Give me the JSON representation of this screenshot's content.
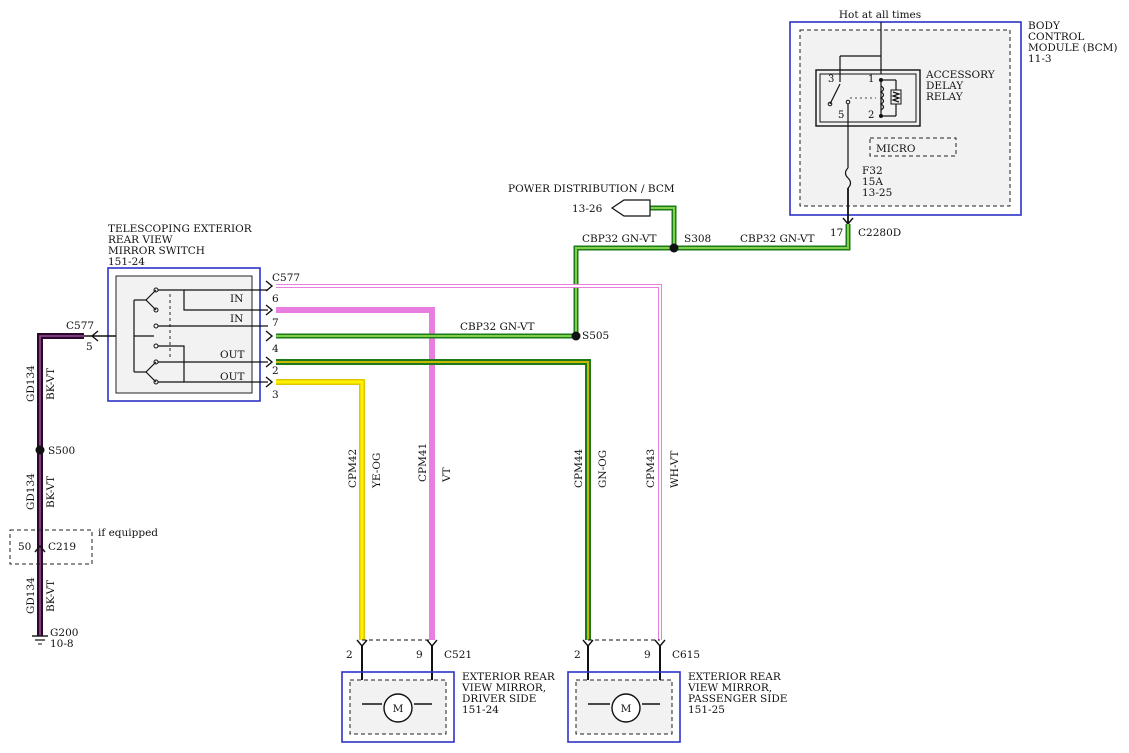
{
  "bcm": {
    "hot": "Hot at all times",
    "title1": "BODY",
    "title2": "CONTROL",
    "title3": "MODULE (BCM)",
    "ref": "11-3",
    "relay1": "ACCESSORY",
    "relay2": "DELAY",
    "relay3": "RELAY",
    "pin3": "3",
    "pin1": "1",
    "pin5": "5",
    "pin2": "2",
    "micro": "MICRO",
    "fuse": "F32",
    "fuse_amp": "15A",
    "fuse_ref": "13-25",
    "pin17": "17",
    "conn": "C2280D"
  },
  "power": {
    "title": "POWER DISTRIBUTION / BCM",
    "ref": "13-26",
    "splice_s308": "S308",
    "wire_left": "CBP32   GN-VT",
    "wire_right": "CBP32   GN-VT"
  },
  "switch": {
    "title1": "TELESCOPING EXTERIOR",
    "title2": "REAR VIEW",
    "title3": "MIRROR SWITCH",
    "ref": "151-24",
    "conn_top": "C577",
    "conn_left": "C577",
    "pin_left": "5",
    "in1": "IN",
    "in2": "IN",
    "out1": "OUT",
    "out2": "OUT",
    "pin6": "6",
    "pin7": "7",
    "pin4": "4",
    "pin2": "2",
    "pin3": "3",
    "wire_mid": "CBP32   GN-VT",
    "splice_s505": "S505"
  },
  "ground": {
    "wire1": "GD134",
    "color1": "BK-VT",
    "splice": "S500",
    "wire2": "GD134",
    "color2": "BK-VT",
    "pin50": "50",
    "conn": "C219",
    "if_equipped": "if equipped",
    "wire3": "GD134",
    "color3": "BK-VT",
    "g200": "G200",
    "g200_ref": "10-8"
  },
  "wires": {
    "cpm42": "CPM42",
    "cpm42_c": "YE-OG",
    "cpm41": "CPM41",
    "cpm41_c": "VT",
    "cpm44": "CPM44",
    "cpm44_c": "GN-OG",
    "cpm43": "CPM43",
    "cpm43_c": "WH-VT"
  },
  "driver": {
    "pin2": "2",
    "pin9": "9",
    "conn": "C521",
    "motor": "M",
    "t1": "EXTERIOR REAR",
    "t2": "VIEW MIRROR,",
    "t3": "DRIVER SIDE",
    "ref": "151-24"
  },
  "passenger": {
    "pin2": "2",
    "pin9": "9",
    "conn": "C615",
    "motor": "M",
    "t1": "EXTERIOR REAR",
    "t2": "VIEW MIRROR,",
    "t3": "PASSENGER SIDE",
    "ref": "151-25"
  },
  "colors": {
    "yellow": "#f0e000",
    "violet": "#e87ee0",
    "green": "#1c7a1c",
    "greenlight": "#7fd24a",
    "olive": "#6e7d10",
    "black": "#111111",
    "blue": "#2d33c8"
  }
}
